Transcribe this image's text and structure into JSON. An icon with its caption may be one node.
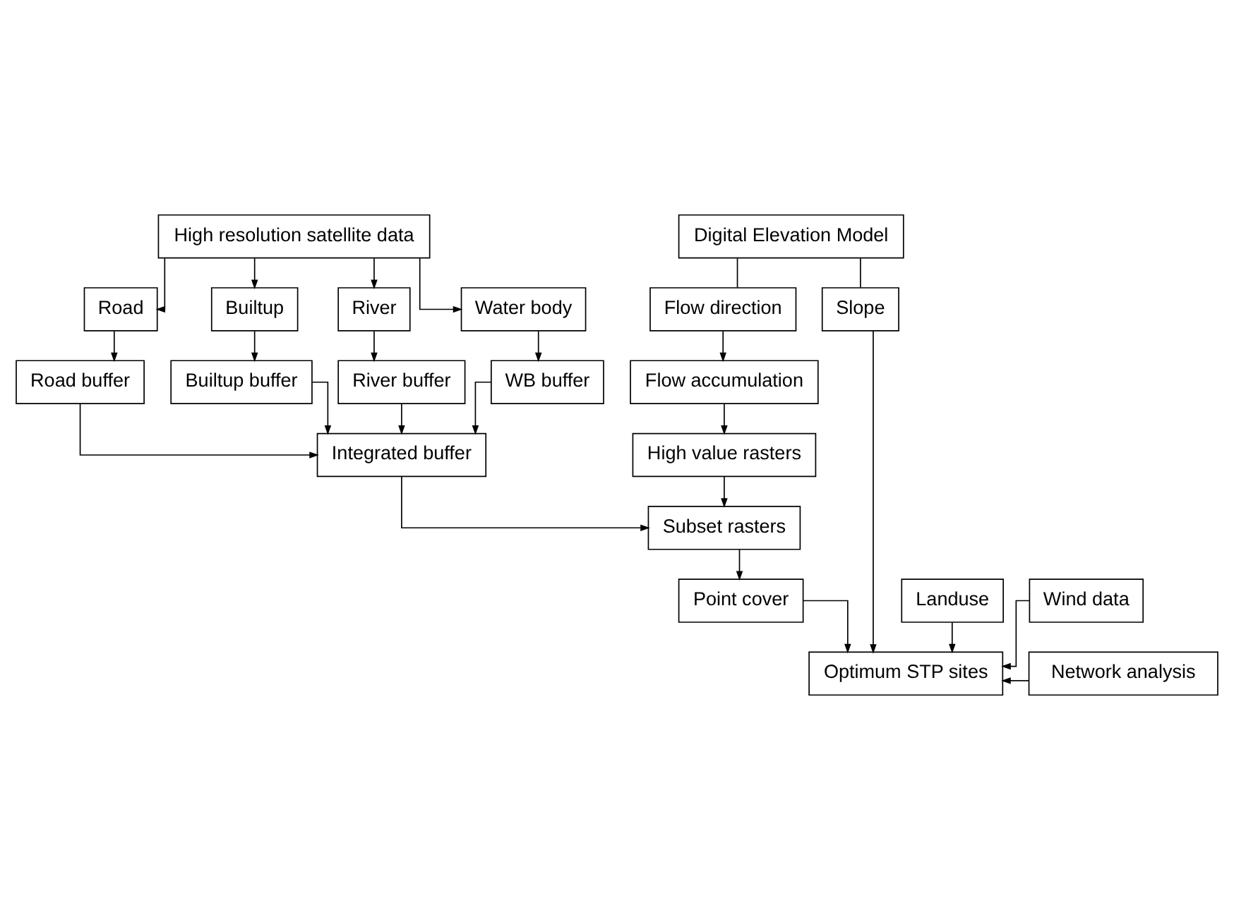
{
  "diagram": {
    "nodes": [
      {
        "text": [
          "High resolution satellite data"
        ]
      },
      {
        "text": [
          "Road"
        ]
      },
      {
        "text": [
          "Builtup"
        ]
      },
      {
        "text": [
          "River"
        ]
      },
      {
        "text": [
          "Water body"
        ]
      },
      {
        "text": [
          "Road buffer"
        ]
      },
      {
        "text": [
          "Builtup buffer"
        ]
      },
      {
        "text": [
          "River buffer"
        ]
      },
      {
        "text": [
          "WB buffer"
        ]
      },
      {
        "text": [
          "Integrated buffer"
        ]
      },
      {
        "text": [
          "Digital Elevation Model"
        ]
      },
      {
        "text": [
          "Flow direction"
        ]
      },
      {
        "text": [
          "Slope"
        ]
      },
      {
        "text": [
          "Flow accumulation"
        ]
      },
      {
        "text": [
          "High value rasters"
        ]
      },
      {
        "text": [
          "Subset rasters"
        ]
      },
      {
        "text": [
          "Point cover"
        ]
      },
      {
        "text": [
          "Landuse"
        ]
      },
      {
        "text": [
          "Wind data"
        ]
      },
      {
        "text": [
          "Network analysis"
        ]
      },
      {
        "text": [
          "Optimum STP sites"
        ]
      }
    ],
    "edges": [
      {
        "from": 0,
        "to": 1,
        "arrow": "to"
      },
      {
        "from": 0,
        "to": 2,
        "arrow": "to"
      },
      {
        "from": 0,
        "to": 3,
        "arrow": "to"
      },
      {
        "from": 0,
        "to": 4,
        "arrow": "to"
      },
      {
        "from": 1,
        "to": 5,
        "arrow": "to"
      },
      {
        "from": 2,
        "to": 6,
        "arrow": "to"
      },
      {
        "from": 3,
        "to": 7,
        "arrow": "to"
      },
      {
        "from": 4,
        "to": 8,
        "arrow": "to"
      },
      {
        "from": 5,
        "to": 9,
        "arrow": "to"
      },
      {
        "from": 6,
        "to": 9,
        "arrow": "to"
      },
      {
        "from": 7,
        "to": 9,
        "arrow": "to"
      },
      {
        "from": 8,
        "to": 9,
        "arrow": "to"
      },
      {
        "from": 10,
        "to": 11,
        "arrow": "none"
      },
      {
        "from": 10,
        "to": 12,
        "arrow": "none"
      },
      {
        "from": 11,
        "to": 13,
        "arrow": "to"
      },
      {
        "from": 13,
        "to": 14,
        "arrow": "to"
      },
      {
        "from": 14,
        "to": 15,
        "arrow": "to"
      },
      {
        "from": 9,
        "to": 15,
        "arrow": "to"
      },
      {
        "from": 15,
        "to": 16,
        "arrow": "to"
      },
      {
        "from": 16,
        "to": 20,
        "arrow": "to"
      },
      {
        "from": 17,
        "to": 20,
        "arrow": "to"
      },
      {
        "from": 12,
        "to": 20,
        "arrow": "to"
      },
      {
        "from": 18,
        "to": 20,
        "arrow": "to"
      },
      {
        "from": 19,
        "to": 20,
        "arrow": "to"
      }
    ]
  }
}
